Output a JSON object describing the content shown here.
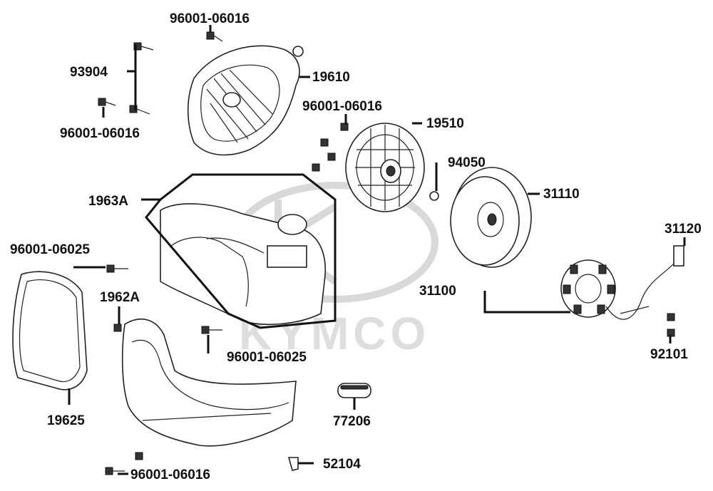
{
  "watermark": {
    "text": "KYMCO"
  },
  "labels": {
    "p96001_06016_top": "96001-06016",
    "p93904": "93904",
    "p96001_06016_left": "96001-06016",
    "p19610": "19610",
    "p96001_06016_mid": "96001-06016",
    "p19510": "19510",
    "p94050": "94050",
    "p31110": "31110",
    "p1963A": "1963A",
    "p96001_06025_left": "96001-06025",
    "p31120": "31120",
    "p31100": "31100",
    "p1962A": "1962A",
    "p96001_06025_mid": "96001-06025",
    "p92101": "92101",
    "p19625": "19625",
    "p77206": "77206",
    "p52104": "52104",
    "p96001_06016_bottom": "96001-06016"
  },
  "colors": {
    "line": "#111111",
    "watermark": "#d9d9d9"
  }
}
